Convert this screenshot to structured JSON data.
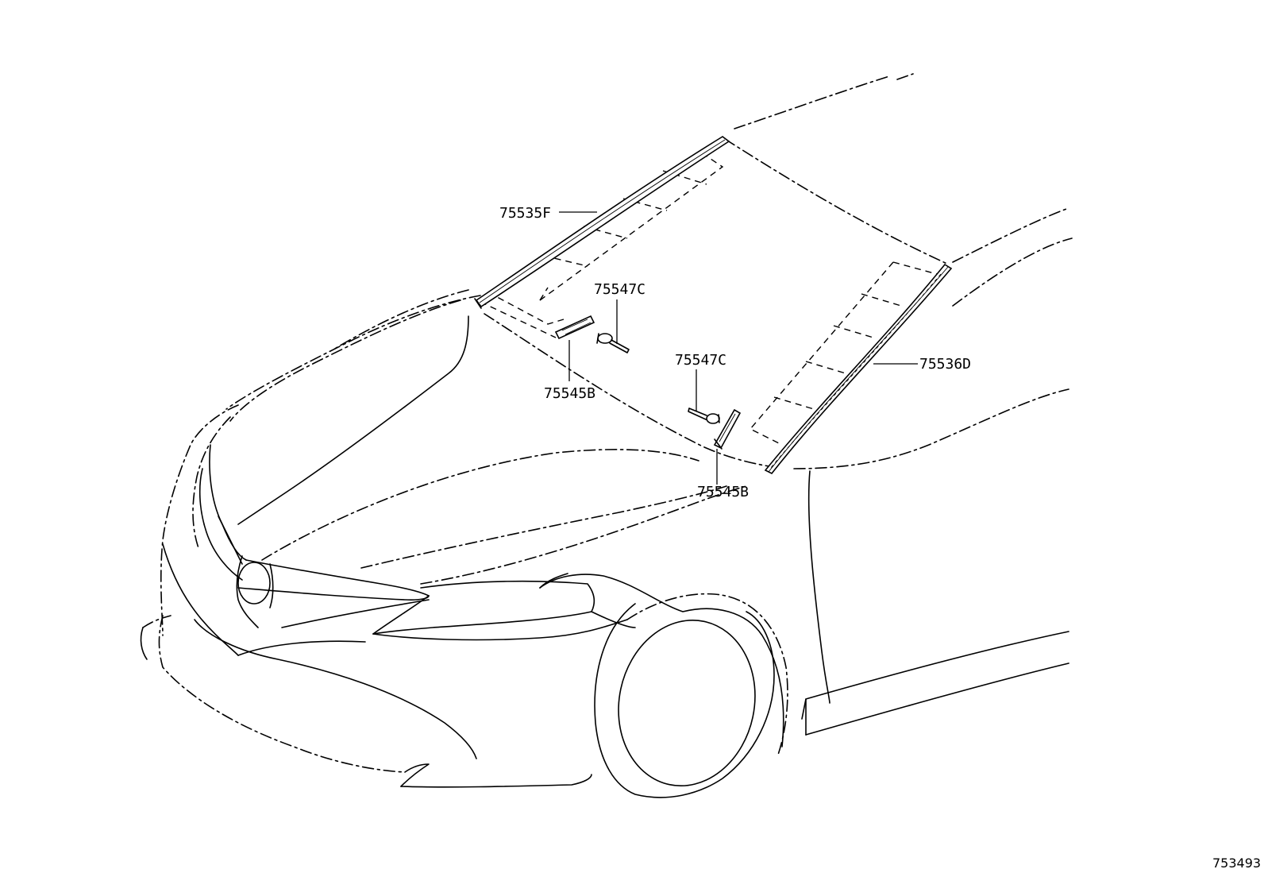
{
  "callouts": [
    {
      "id": "upper-molding",
      "part_number": "75535F"
    },
    {
      "id": "clip-left",
      "part_number": "75547C"
    },
    {
      "id": "retainer-left",
      "part_number": "75545B"
    },
    {
      "id": "clip-right",
      "part_number": "75547C"
    },
    {
      "id": "side-molding",
      "part_number": "75536D"
    },
    {
      "id": "retainer-right",
      "part_number": "75545B"
    }
  ],
  "illustration_number": "753493"
}
